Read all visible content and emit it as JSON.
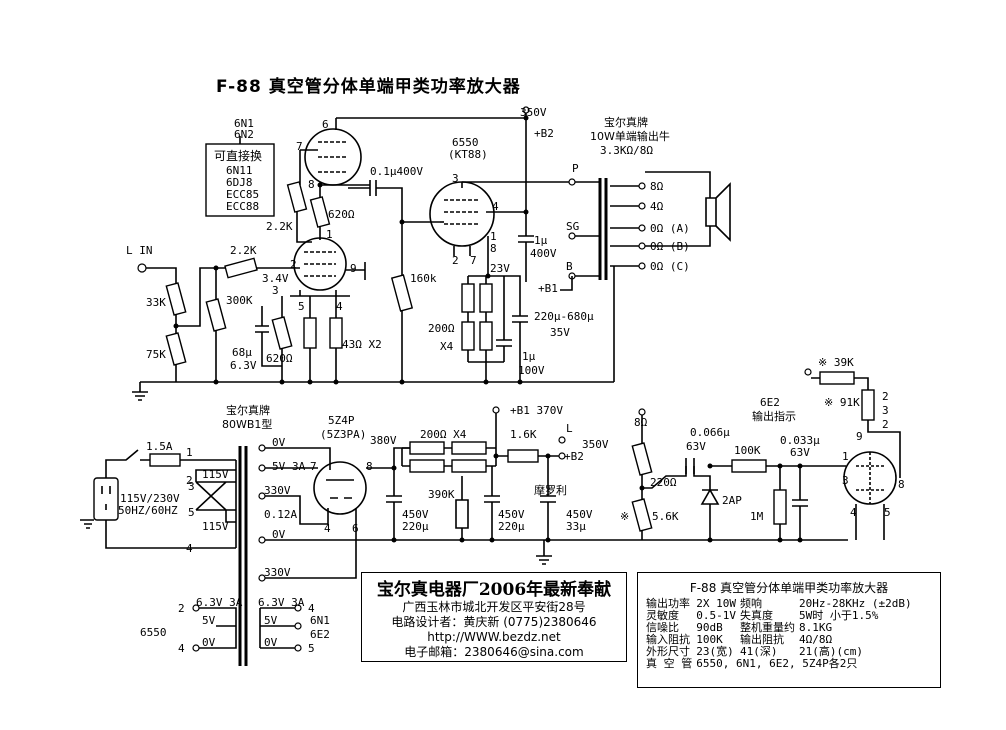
{
  "title": "F-88 真空管分体单端甲类功率放大器",
  "labels": {
    "tube1_a": "6N1",
    "tube1_b": "6N2",
    "replace_title": "可直接换",
    "replace_1": "6N11",
    "replace_2": "6DJ8",
    "replace_3": "ECC85",
    "replace_4": "ECC88",
    "out_tube_a": "6550",
    "out_tube_b": "(KT88)",
    "b2_voltage": "350V",
    "b2": "+B2",
    "ot_brand": "宝尔真牌",
    "ot_desc": "10W单端输出牛",
    "ot_imp": "3.3KΩ/8Ω",
    "coupling_cap": "0.1μ400V",
    "r_2k2_a": "2.2K",
    "r_620": "620Ω",
    "r_2k2_b": "2.2K",
    "v_3_4": "3.4V",
    "r_33k": "33K",
    "r_75k": "75K",
    "r_300k": "300K",
    "c_68": "68μ",
    "c_68v": "6.3V",
    "r_620b": "620Ω",
    "r_43": "43Ω X2",
    "r_160k": "160k",
    "in_label": "L IN",
    "p": "P",
    "sg": "SG",
    "b": "B",
    "b1": "+B1",
    "c_1u": "1μ",
    "c_1u_v": "400V",
    "v_23": "23V",
    "r_200x4": "200Ω",
    "x4": "X4",
    "c_220_680": "220μ-680μ",
    "c_220_680v": "35V",
    "c_1u_b": "1μ",
    "c_1u_bv": "100V",
    "tap_8": "8Ω",
    "tap_4": "4Ω",
    "tap_0a": "0Ω (A)",
    "tap_0b": "0Ω (B)",
    "tap_0c": "0Ω (C)",
    "pt_brand": "宝尔真牌",
    "pt_model": "80WB1型",
    "rect_a": "5Z4P",
    "rect_b": "(5Z3PA)",
    "v_380": "380V",
    "r_200x4b": "200Ω X4",
    "b1_v": "+B1 370V",
    "r_1k6": "1.6K",
    "l_ch": "L",
    "b2_out": "+B2",
    "v_350b": "350V",
    "fuse": "1.5A",
    "mains": "115V/230V",
    "mains_hz": "50HZ/60HZ",
    "w_115a": "115V",
    "w_115b": "115V",
    "s_0v": "0V",
    "s_5v": "5V",
    "s_3a": "3A",
    "s_330a": "330V",
    "s_012a": "0.12A",
    "s_0vb": "0V",
    "s_330b": "330V",
    "r_390k": "390K",
    "c_450a": "450V",
    "c_220a": "220μ",
    "c_450b": "450V",
    "c_220b": "220μ",
    "c_moroli": "摩罗利",
    "c_450c": "450V",
    "c_33": "33μ",
    "heat_63a": "6.3V 3A",
    "heat_5v": "5V",
    "heat_0v": "0V",
    "heat_6550": "6550",
    "heat_63b": "6.3V 3A",
    "heat_5vb": "5V",
    "heat_0vb": "0V",
    "heat_6n1": "6N1",
    "heat_6e2": "6E2",
    "ind_tube": "6E2",
    "ind_desc": "输出指示",
    "r_39k": "※ 39K",
    "r_91k": "※ 91K",
    "r_8": "8Ω",
    "c_0066": "0.066μ",
    "c_0066v": "63V",
    "r_100k": "100K",
    "c_0033": "0.033μ",
    "c_0033v": "63V",
    "r_220": "220Ω",
    "d_2ap": "2AP",
    "r_5k6": "5.6K",
    "r_1m": "1M",
    "note_mark": "※",
    "pins": [
      "6",
      "7",
      "8",
      "1",
      "2",
      "3",
      "5",
      "4",
      "9",
      "3",
      "4",
      "1",
      "8",
      "2",
      "7",
      "1",
      "2",
      "3",
      "4",
      "5",
      "6",
      "7",
      "8",
      "9",
      "2",
      "8",
      "4",
      "6",
      "1",
      "3",
      "4",
      "5",
      "2",
      "6",
      "4"
    ]
  },
  "credit": {
    "line1": "宝尔真电器厂2006年最新奉献",
    "line2": "广西玉林市城北开发区平安街28号",
    "line3": "电路设计者：黄庆新  (0775)2380646",
    "line4": "http://WWW.bezdz.net",
    "line5": "电子邮箱：2380646@sina.com"
  },
  "spec": {
    "title": "F-88 真空管分体单端甲类功率放大器",
    "rows": [
      [
        "输出功率",
        "2X 10W",
        "频响",
        "20Hz-28KHz (±2dB)"
      ],
      [
        "灵敏度",
        "0.5-1V",
        "失真度",
        "5W时 小于1.5%"
      ],
      [
        "信噪比",
        "90dB",
        "整机重量约",
        "8.1KG"
      ],
      [
        "输入阻抗",
        "100K",
        "输出阻抗",
        "4Ω/8Ω"
      ],
      [
        "外形尺寸",
        "23(宽)",
        "41(深)",
        "21(高)(cm)"
      ],
      [
        "真 空 管",
        "6550, 6N1, 6E2, 5Z4P各2只",
        "",
        ""
      ]
    ]
  }
}
